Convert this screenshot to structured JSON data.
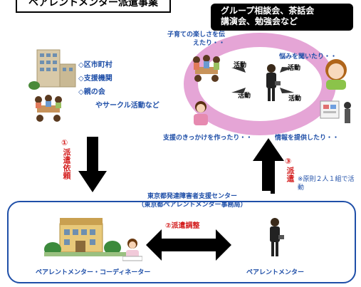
{
  "header": {
    "title": "ペアレントメンター派遣事業"
  },
  "banner": {
    "line1": "グループ相談会、茶話会",
    "line2": "講演会、勉強会など"
  },
  "requesters": {
    "items": [
      "◇区市町村",
      "◇支援機関",
      "◇親の会",
      "やサークル活動など"
    ]
  },
  "activity_ring": {
    "center_badges": [
      "活動",
      "活動",
      "活動",
      "活動"
    ],
    "captions": {
      "top_left": "子育ての楽しさを伝えたり・・",
      "top_right": "悩みを聞いたり・・",
      "bottom_left": "支援のきっかけを作ったり・・",
      "bottom_right": "情報を提供したり・・"
    }
  },
  "flow": {
    "step1": {
      "num": "①",
      "label": "派遣依頼"
    },
    "step2": {
      "num": "②",
      "label": "派遣調整"
    },
    "step3": {
      "num": "③",
      "label": "派遣"
    },
    "note": "※原則２人１組で活動"
  },
  "center": {
    "name": "東京都発達障害者支援センター",
    "sub": "（東京都ペアレントメンター事務局）"
  },
  "bottom": {
    "coordinator": "ペアレントメンター・コーディネーター",
    "mentor": "ペアレントメンター"
  },
  "colors": {
    "ring": "#e5a5d6",
    "arrow": "#000000",
    "text_blue": "#1f4fa8",
    "text_red": "#d42020"
  }
}
